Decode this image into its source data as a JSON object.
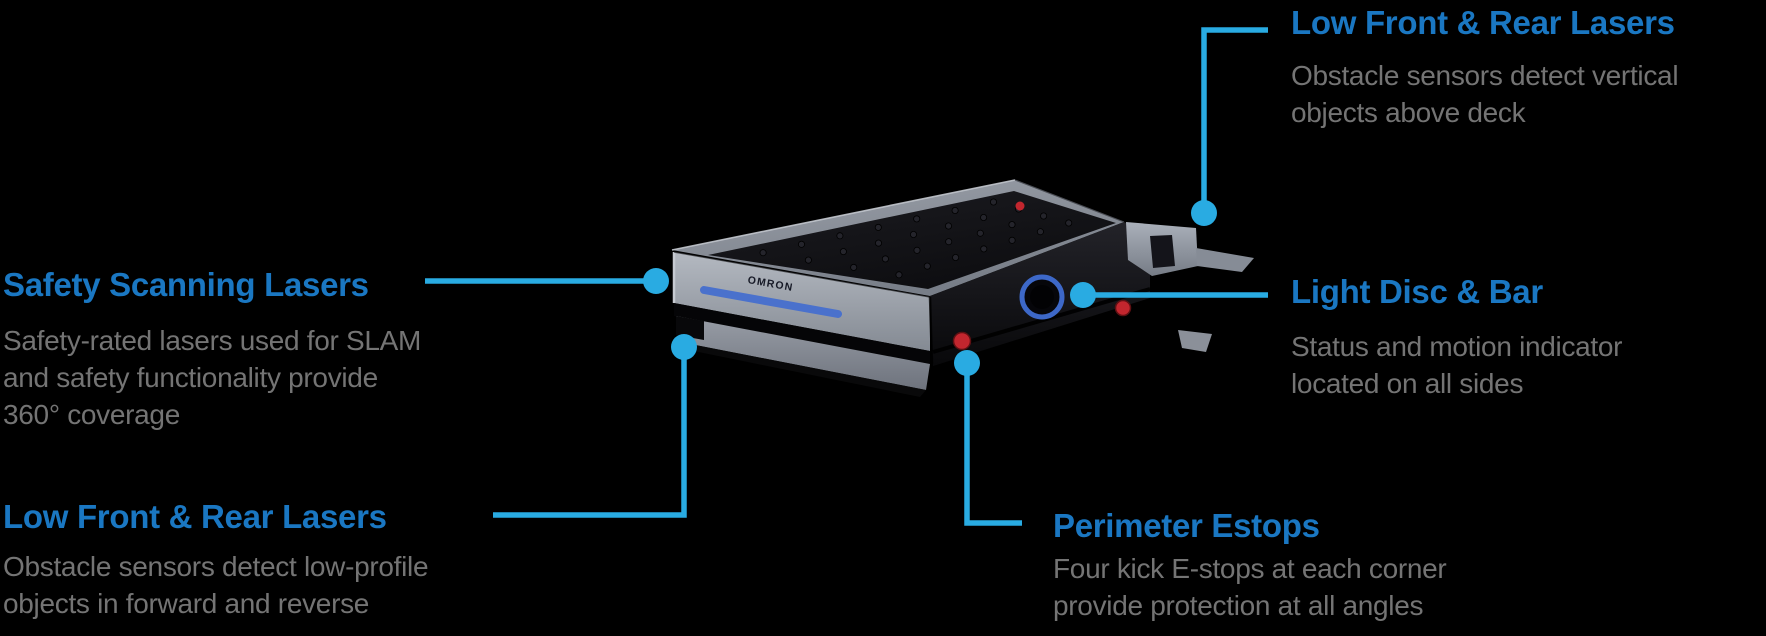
{
  "colors": {
    "background": "#000000",
    "heading_blue": "#1a77c2",
    "description_gray": "#747474",
    "connector_blue": "#29abe2",
    "light_bar_blue": "#4a71cc",
    "light_disc_blue": "#3d68c8",
    "estop_red": "#c2262e"
  },
  "robot": {
    "brand_label": "OMRON"
  },
  "callouts": {
    "safety_scanning": {
      "title": "Safety Scanning Lasers",
      "description": "Safety-rated lasers used for SLAM\nand safety functionality provide\n360° coverage"
    },
    "low_front_rear_left": {
      "title": "Low Front & Rear Lasers",
      "description": "Obstacle sensors detect low-profile\nobjects in forward and reverse"
    },
    "low_front_rear_right": {
      "title": "Low Front & Rear Lasers",
      "description": "Obstacle sensors detect vertical\nobjects above deck"
    },
    "light_disc_bar": {
      "title": "Light Disc & Bar",
      "description": "Status and motion indicator\nlocated on all sides"
    },
    "perimeter_estops": {
      "title": "Perimeter Estops",
      "description": "Four kick E-stops at each corner\nprovide protection at all angles"
    }
  }
}
